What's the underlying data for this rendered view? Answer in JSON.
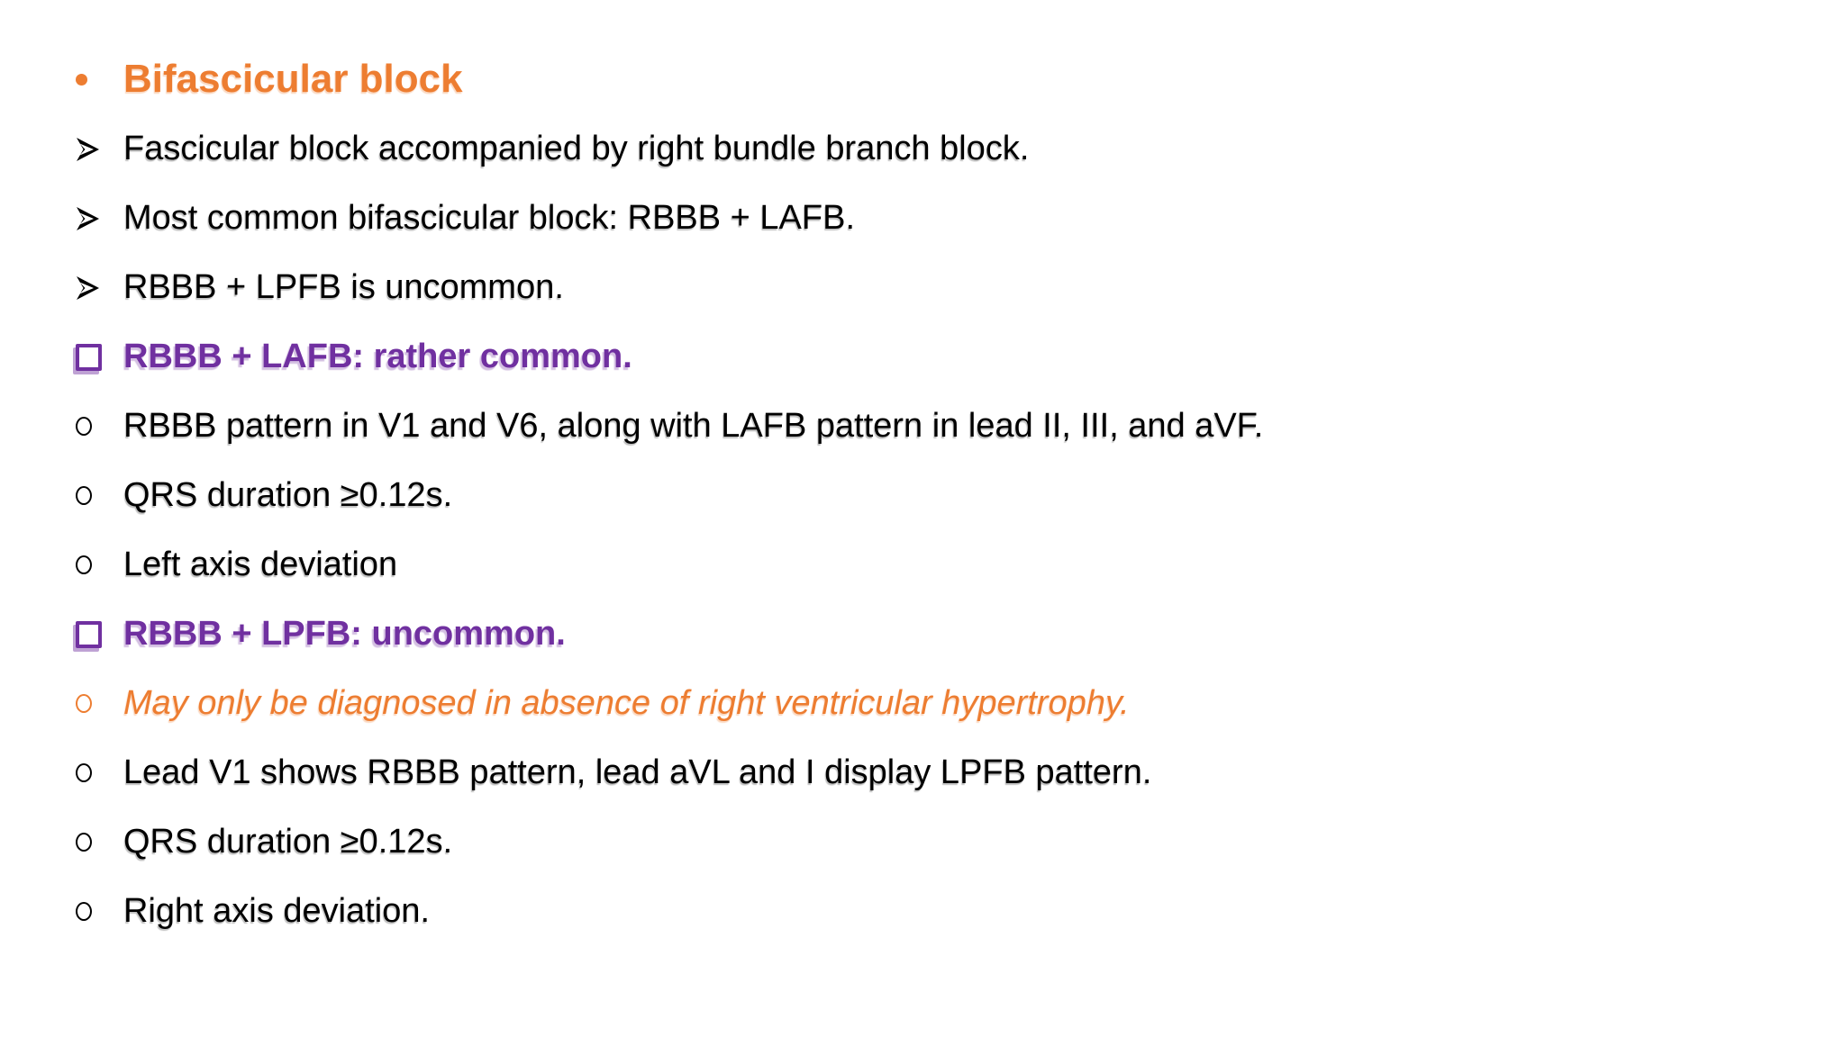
{
  "slide": {
    "colors": {
      "accent_orange": "#ED7D31",
      "accent_purple": "#7030A0",
      "body_text": "#000000",
      "background": "#FFFFFF"
    },
    "lines": [
      {
        "type": "title",
        "bullet": "dot-icon",
        "text": "Bifascicular block"
      },
      {
        "type": "arrow-item",
        "bullet": "arrow-icon",
        "text": "Fascicular block accompanied by right bundle branch block."
      },
      {
        "type": "arrow-item",
        "bullet": "arrow-icon",
        "text": "Most common bifascicular block: RBBB + LAFB."
      },
      {
        "type": "arrow-item",
        "bullet": "arrow-icon",
        "text": "RBBB + LPFB is uncommon."
      },
      {
        "type": "square-header",
        "bullet": "square-icon",
        "text": "RBBB + LAFB: rather common."
      },
      {
        "type": "circle-item",
        "bullet": "circle-icon",
        "text": "RBBB pattern in V1 and V6, along with LAFB pattern in lead II, III, and aVF."
      },
      {
        "type": "circle-item",
        "bullet": "circle-icon",
        "text": "QRS duration ≥0.12s."
      },
      {
        "type": "circle-item",
        "bullet": "circle-icon",
        "text": "Left axis deviation"
      },
      {
        "type": "square-header",
        "bullet": "square-icon",
        "text": "RBBB + LPFB: uncommon."
      },
      {
        "type": "circle-item-emphasis",
        "bullet": "circle-icon-orange",
        "text": "May only be diagnosed in absence of right ventricular hypertrophy."
      },
      {
        "type": "circle-item",
        "bullet": "circle-icon",
        "text": "Lead V1 shows RBBB pattern, lead aVL and I display LPFB pattern."
      },
      {
        "type": "circle-item",
        "bullet": "circle-icon",
        "text": "QRS duration ≥0.12s."
      },
      {
        "type": "circle-item",
        "bullet": "circle-icon",
        "text": "Right axis deviation."
      }
    ]
  }
}
